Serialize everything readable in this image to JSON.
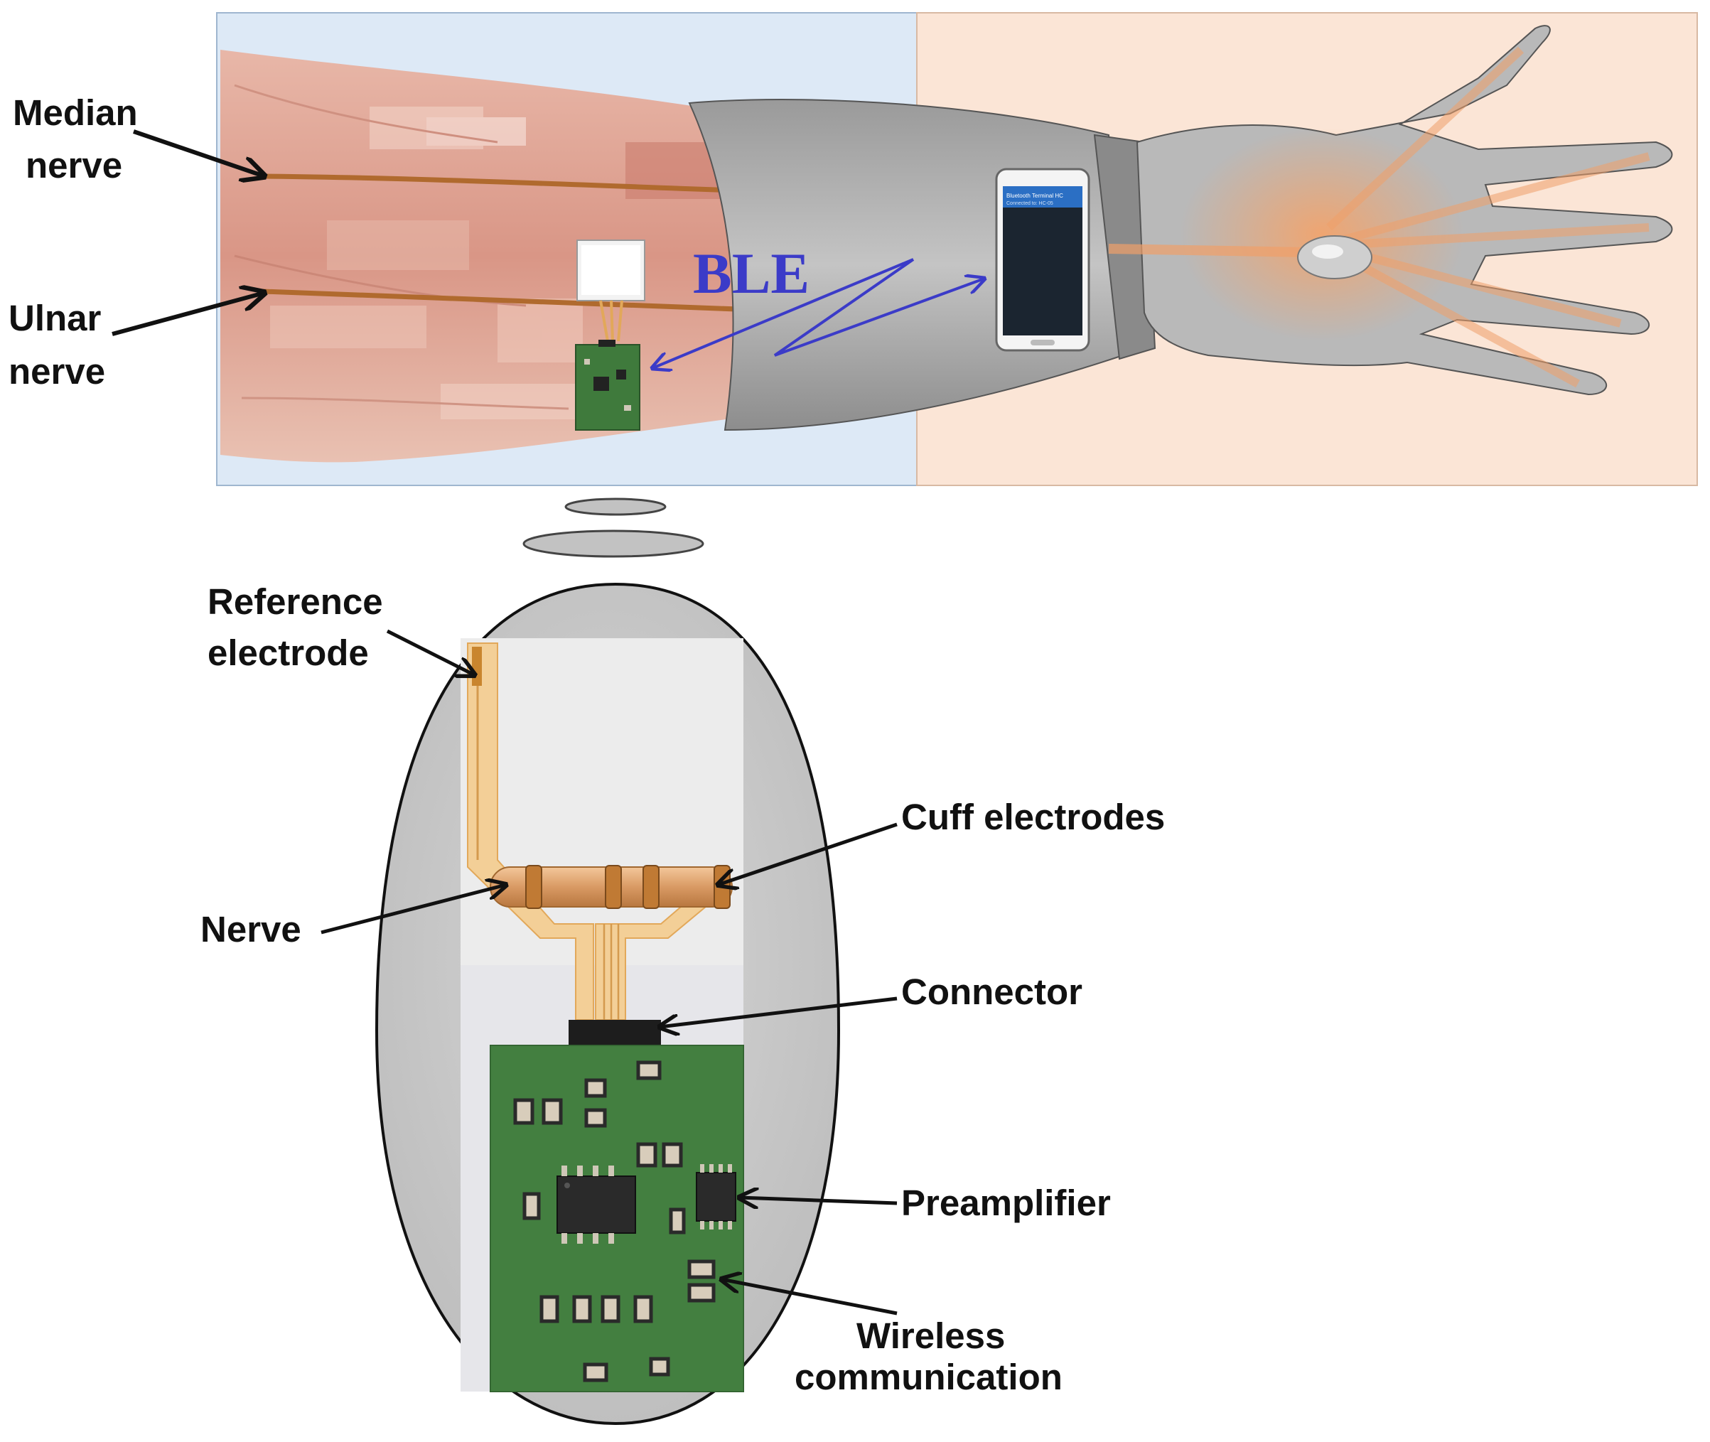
{
  "labels": {
    "median_nerve": [
      "Median",
      "nerve"
    ],
    "ulnar_nerve": [
      "Ulnar",
      "nerve"
    ],
    "ble": "BLE",
    "phone_title": "Bluetooth Terminal HC",
    "phone_subtitle": "Connected to: HC-05",
    "reference_electrode": [
      "Reference",
      "electrode"
    ],
    "cuff_electrodes": "Cuff electrodes",
    "nerve": "Nerve",
    "connector": "Connector",
    "preamplifier": "Preamplifier",
    "wireless_communication": [
      "Wireless",
      "communication"
    ]
  },
  "colors": {
    "left_panel_bg": "#dde9f6",
    "right_panel_bg": "#fbe5d6",
    "nerve_brown": "#b06a2e",
    "ble_text": "#3b3bc8",
    "pcb_green": "#3f7a3c",
    "capsule_gray": "#c9c9c9",
    "flex_orange": "#e2a85a"
  }
}
